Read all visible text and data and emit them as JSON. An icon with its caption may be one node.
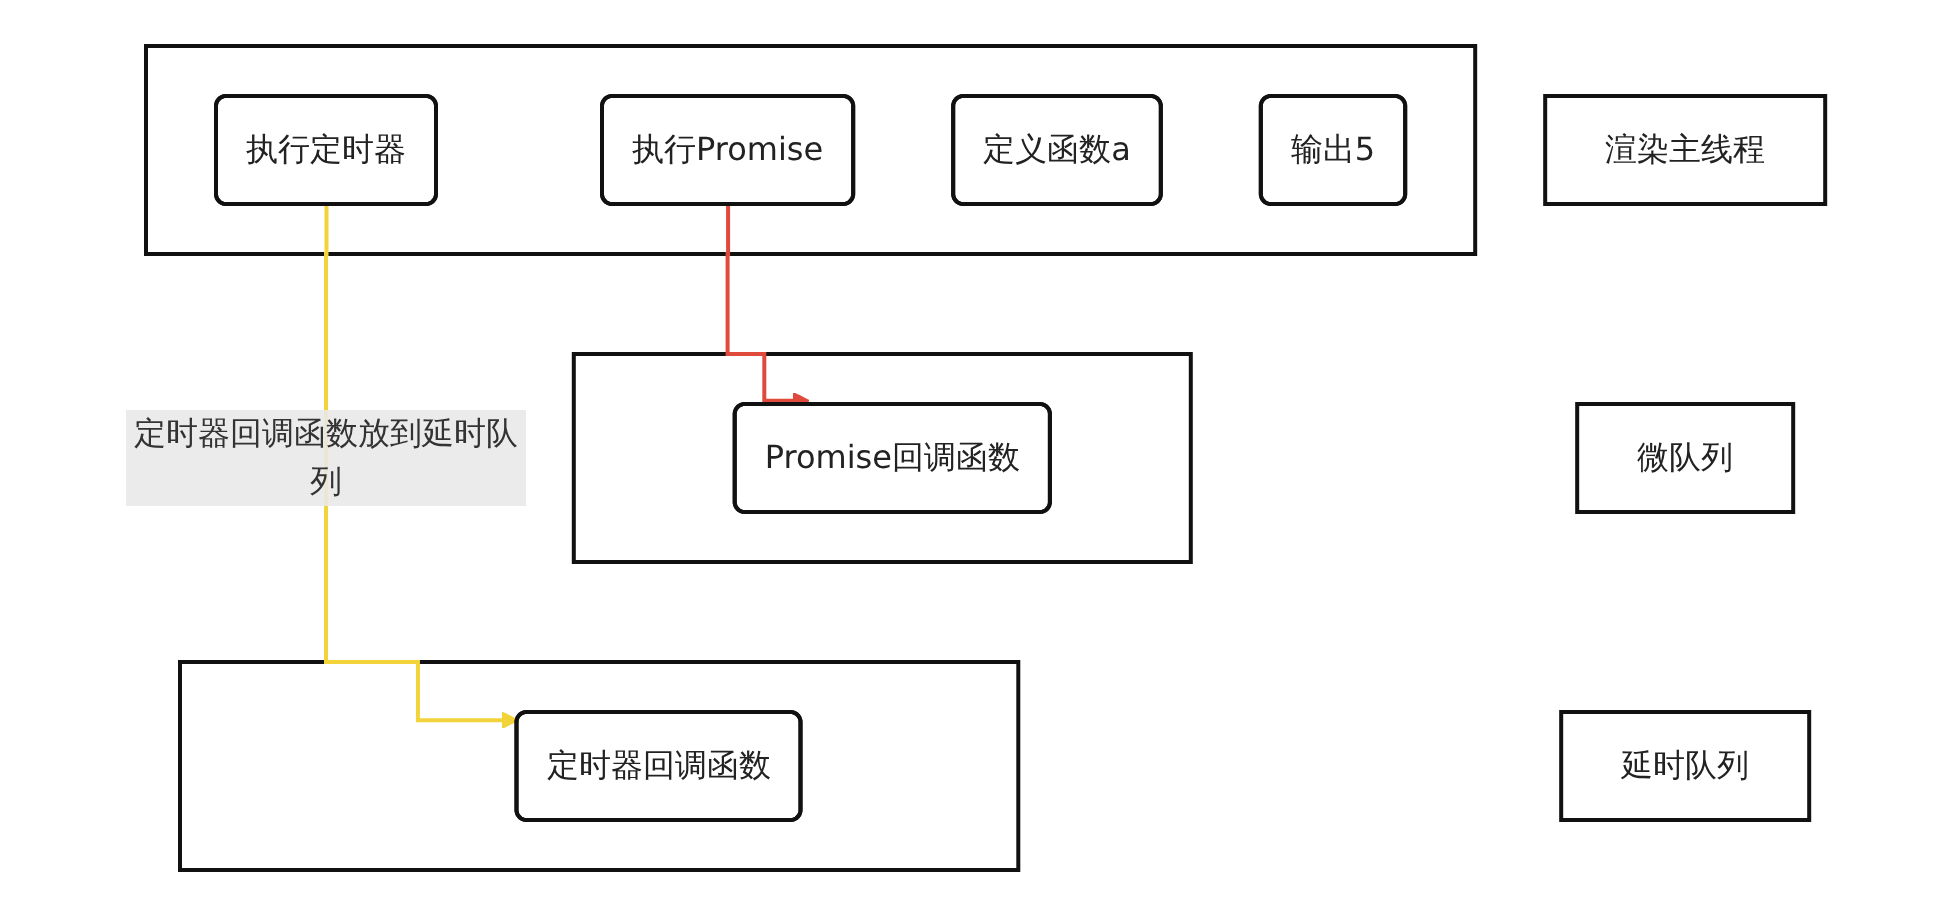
{
  "diagram": {
    "nodes": [
      {
        "text": [
          "渲染主线程"
        ]
      },
      {
        "text": [],
        "shape": "box"
      },
      {
        "text": [
          "定义函数a"
        ],
        "in": 1
      },
      {
        "text": [
          "执行定时器"
        ],
        "in": 1
      },
      {
        "text": [
          "执行Promise"
        ],
        "in": 1
      },
      {
        "text": [
          "输出5"
        ],
        "in": 1
      },
      {
        "text": [
          "微队列"
        ]
      },
      {
        "text": [],
        "shape": "box"
      },
      {
        "text": [
          "Promise回调函数"
        ],
        "in": 7
      },
      {
        "text": [
          "延时队列"
        ]
      },
      {
        "text": [],
        "shape": "box"
      },
      {
        "text": [
          "定时器回调函数"
        ],
        "in": 10
      }
    ],
    "edges": [
      {
        "from": 4,
        "to": 8,
        "arrow": "to",
        "color": "#e04a3c"
      },
      {
        "from": 3,
        "to": 11,
        "arrow": "to",
        "label": "定时器回调函数放到延时队列",
        "color": "#f2d43a"
      }
    ]
  }
}
